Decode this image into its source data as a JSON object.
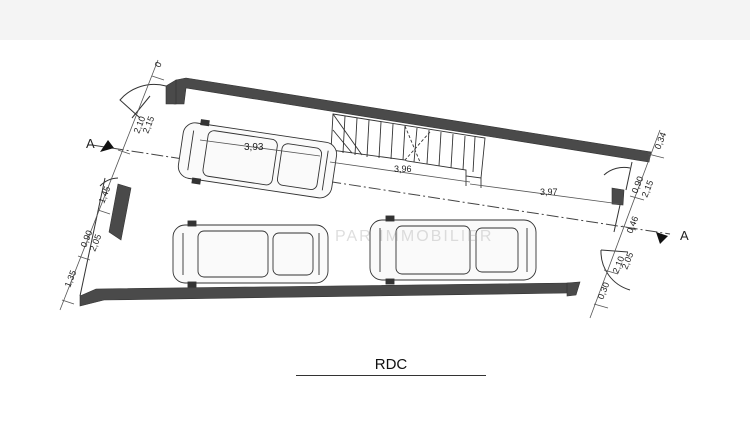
{
  "plan": {
    "title": "RDC",
    "watermark": "PAR IMMOBILIER",
    "section_marks": [
      "A",
      "A"
    ],
    "dimensions": {
      "top_left_small": "0",
      "top_left_door_a": "2,10",
      "top_left_door_b": "2,15",
      "left_wall_a": "1,45",
      "left_window_a": "0,90",
      "left_window_b": "2,05",
      "left_bottom": "1,35",
      "car_length_top": "3,93",
      "axis_mid": "3,96",
      "axis_right": "3,97",
      "right_top": "0,34",
      "right_window_a": "0,90",
      "right_window_b": "2,15",
      "right_gap": "0,46",
      "right_door_a": "2,10",
      "right_door_b": "2,05",
      "right_bottom": "0,30"
    },
    "colors": {
      "wall": "#4a4a4a",
      "line": "#333333"
    }
  }
}
